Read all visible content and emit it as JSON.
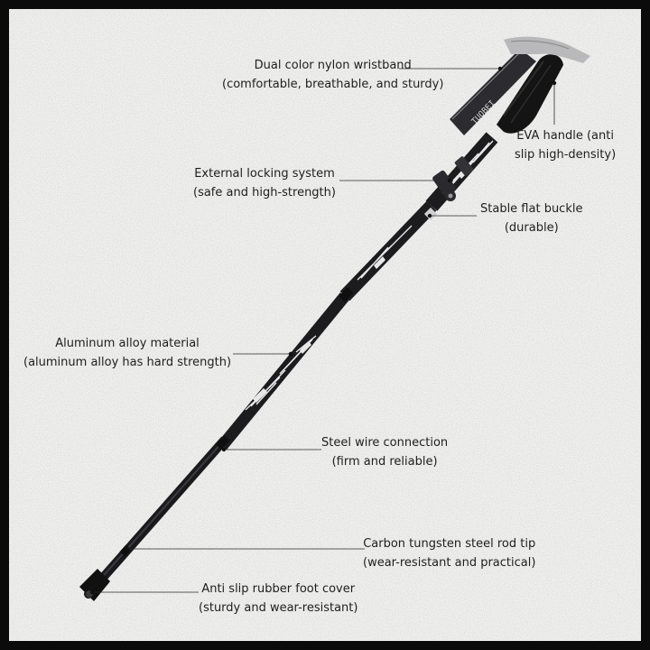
{
  "product": {
    "brand_text": "TUOBEI",
    "colors": {
      "frame": "#0b0b0b",
      "background": "#efefee",
      "pole": "#1c1c1f",
      "pole_graphic": "#e8e8e8",
      "handle": "#141414",
      "handle_cap": "#b9b9bb"
    }
  },
  "callouts": {
    "wristband": {
      "line1": "Dual color nylon wristband",
      "line2": "(comfortable, breathable, and sturdy)"
    },
    "eva_handle": {
      "line1": "EVA handle (anti",
      "line2": "slip high-density)"
    },
    "locking": {
      "line1": "External locking system",
      "line2": "(safe and high-strength)"
    },
    "buckle": {
      "line1": "Stable flat buckle",
      "line2": "(durable)"
    },
    "aluminum": {
      "line1": "Aluminum alloy material",
      "line2": "(aluminum alloy has hard strength)"
    },
    "steel_wire": {
      "line1": "Steel wire connection",
      "line2": "(firm and reliable)"
    },
    "rod_tip": {
      "line1": "Carbon tungsten steel rod tip",
      "line2": "(wear-resistant and practical)"
    },
    "foot_cover": {
      "line1": "Anti slip rubber foot cover",
      "line2": "(sturdy and wear-resistant)"
    }
  }
}
